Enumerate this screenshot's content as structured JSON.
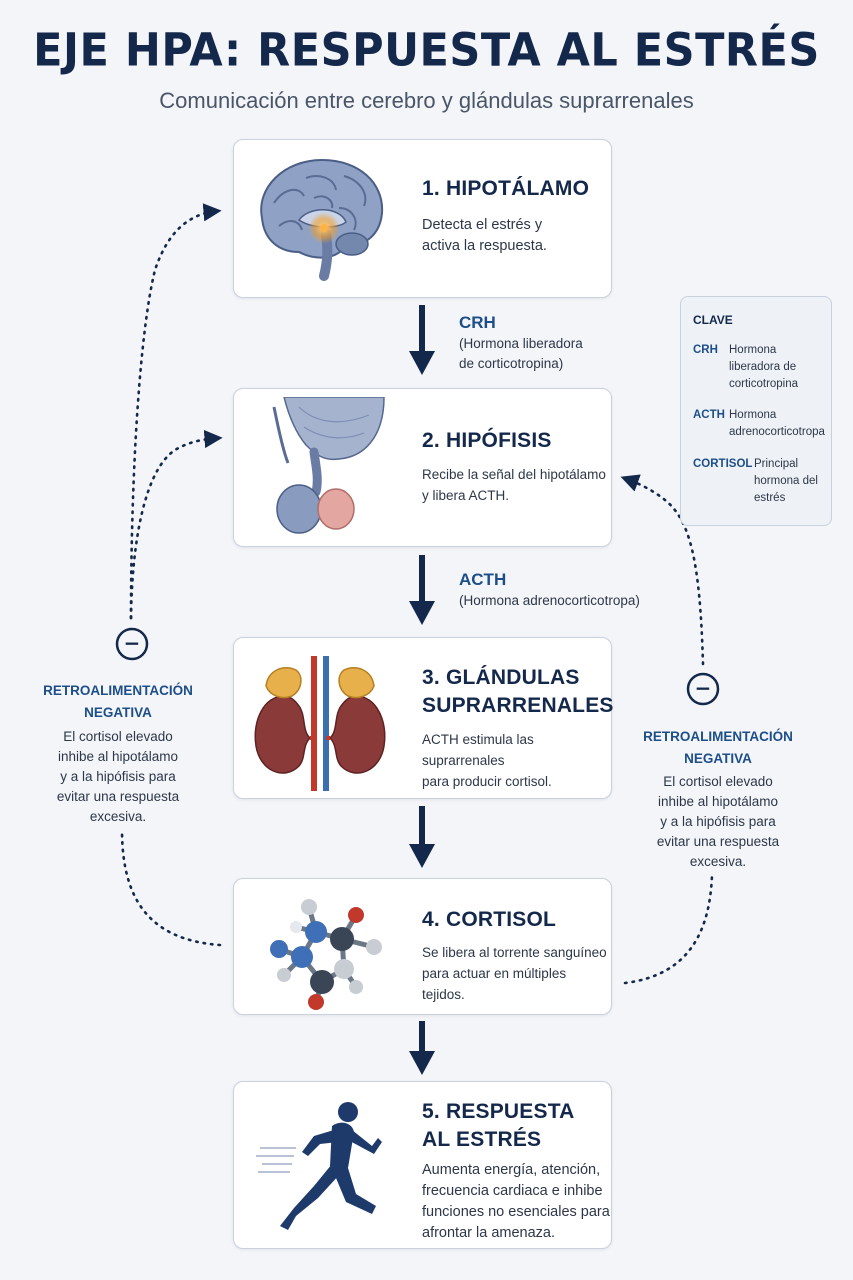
{
  "header": {
    "title": "EJE HPA: RESPUESTA AL ESTRÉS",
    "subtitle": "Comunicación entre cerebro y glándulas suprarrenales"
  },
  "steps": [
    {
      "title": "1. HIPOTÁLAMO",
      "desc_lines": [
        "Detecta el estrés y",
        "activa la respuesta."
      ],
      "icon": "brain-icon"
    },
    {
      "title": "2. HIPÓFISIS",
      "desc_lines": [
        "Recibe la señal del hipotálamo",
        "y libera ACTH."
      ],
      "icon": "pituitary-icon"
    },
    {
      "title_lines": [
        "3. GLÁNDULAS",
        "SUPRARRENALES"
      ],
      "desc_lines": [
        "ACTH estimula las suprarrenales",
        "para producir cortisol."
      ],
      "icon": "adrenal-kidney-icon"
    },
    {
      "title": "4. CORTISOL",
      "desc_lines": [
        "Se libera al torrente sanguíneo",
        "para actuar en múltiples tejidos."
      ],
      "icon": "molecule-icon"
    },
    {
      "title_lines": [
        "5. RESPUESTA",
        "AL ESTRÉS"
      ],
      "desc_lines": [
        "Aumenta energía, atención,",
        "frecuencia cardiaca e inhibe",
        "funciones no esenciales para",
        "afrontar la amenaza."
      ],
      "icon": "runner-icon"
    }
  ],
  "hormones": [
    {
      "abbr": "CRH",
      "full_lines": [
        "(Hormona liberadora",
        "de corticotropina)"
      ]
    },
    {
      "abbr": "ACTH",
      "full_lines": [
        "(Hormona adrenocorticotropa)"
      ]
    }
  ],
  "key": {
    "title": "CLAVE",
    "entries": [
      {
        "abbr": "CRH",
        "def_lines": [
          "Hormona",
          "liberadora de",
          "corticotropina"
        ]
      },
      {
        "abbr": "ACTH",
        "def_lines": [
          "Hormona",
          "adrenocorticotropa"
        ]
      },
      {
        "abbr": "CORTISOL",
        "def_lines": [
          "Principal",
          "hormona del",
          "estrés"
        ]
      }
    ]
  },
  "feedback": {
    "symbol": "−",
    "title_lines": [
      "RETROALIMENTACIÓN",
      "NEGATIVA"
    ],
    "desc_lines": [
      "El cortisol elevado",
      "inhibe al hipotálamo",
      "y a la hipófisis para",
      "evitar una respuesta",
      "excesiva."
    ]
  },
  "colors": {
    "navy": "#14284b",
    "accent_blue": "#1d4e89",
    "card_border": "#c9d1dd",
    "background": "#f3f5f9"
  }
}
